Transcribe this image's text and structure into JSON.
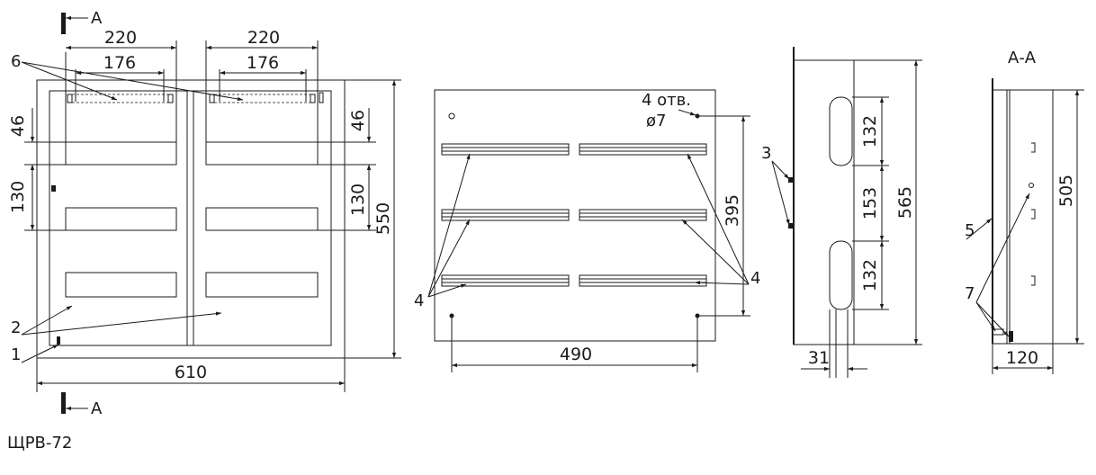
{
  "caption": "ЩРВ-72",
  "section_marker": "А",
  "section_title": "А-А",
  "front_view": {
    "width": "610",
    "height": "550",
    "module_width": "220",
    "rail_span": "176",
    "top_offset": "46",
    "row_pitch": "130"
  },
  "mount_plate": {
    "holes_label": "4 отв.",
    "hole_diameter": "ø7",
    "hole_spacing_h": "490",
    "hole_spacing_v": "395"
  },
  "side_view": {
    "height": "565",
    "slot": "132",
    "slot_gap": "153",
    "offset": "31"
  },
  "section_view": {
    "height": "505",
    "depth": "120"
  },
  "callouts": {
    "c1": "1",
    "c2": "2",
    "c3": "3",
    "c4": "4",
    "c5": "5",
    "c6": "6",
    "c7": "7"
  }
}
